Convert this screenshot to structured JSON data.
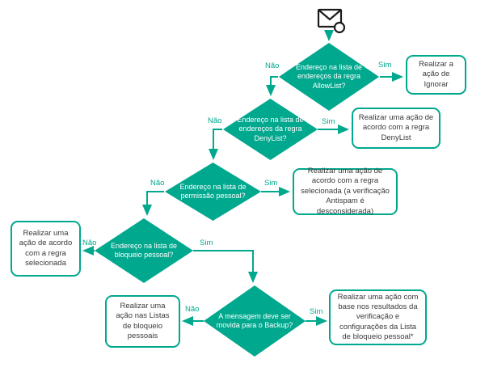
{
  "colors": {
    "accent": "#00a88e",
    "box_text": "#3a3a3a",
    "diamond_text": "#ffffff",
    "icon": "#1d1d1b",
    "bg": "#ffffff"
  },
  "labels": {
    "yes": "Sim",
    "no": "Não"
  },
  "decisions": [
    {
      "text": "Endereço na lista de endereços da regra AllowList?"
    },
    {
      "text": "Endereço na lista de endereços da regra DenyList?"
    },
    {
      "text": "Endereço na lista de permissão pessoal?"
    },
    {
      "text": "Endereço na lista de bloqueio pessoal?"
    },
    {
      "text": "A mensagem deve ser movida para o Backup?"
    }
  ],
  "actions": [
    {
      "text": "Realizar a ação de Ignorar"
    },
    {
      "text": "Realizar uma ação de acordo com a regra DenyList"
    },
    {
      "text": "Realizar uma ação de acordo com a regra selecionada (a verificação Antispam é desconsiderada)"
    },
    {
      "text": "Realizar uma ação de acordo com a regra selecionada"
    },
    {
      "text": "Realizar uma ação nas Listas de bloqueio pessoais"
    },
    {
      "text": "Realizar uma ação com base nos resultados da verificação e configurações da Lista de bloqueio pessoal*"
    }
  ]
}
